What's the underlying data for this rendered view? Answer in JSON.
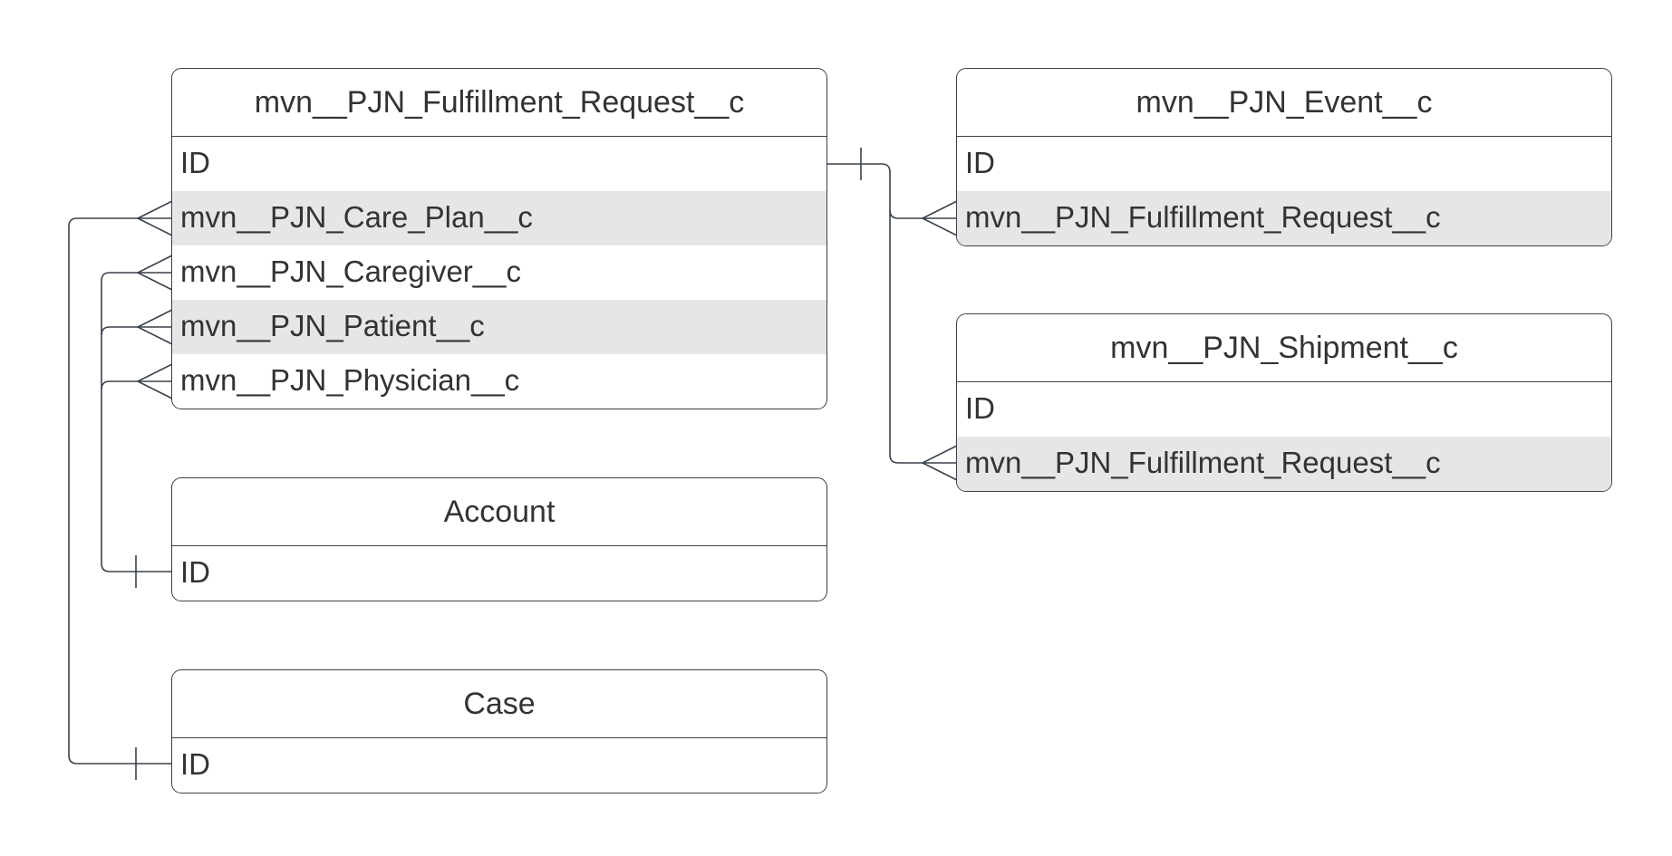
{
  "diagram": {
    "type": "entity-relationship",
    "line_color": "#3a414a",
    "row_shade_color": "#e6e6e6",
    "entities": {
      "fulfillment_request": {
        "title": "mvn__PJN_Fulfillment_Request__c",
        "fields": [
          "ID",
          "mvn__PJN_Care_Plan__c",
          "mvn__PJN_Caregiver__c",
          "mvn__PJN_Patient__c",
          "mvn__PJN_Physician__c"
        ]
      },
      "event": {
        "title": "mvn__PJN_Event__c",
        "fields": [
          "ID",
          "mvn__PJN_Fulfillment_Request__c"
        ]
      },
      "shipment": {
        "title": "mvn__PJN_Shipment__c",
        "fields": [
          "ID",
          "mvn__PJN_Fulfillment_Request__c"
        ]
      },
      "account": {
        "title": "Account",
        "fields": [
          "ID"
        ]
      },
      "case": {
        "title": "Case",
        "fields": [
          "ID"
        ]
      }
    },
    "relationships": [
      {
        "from": "Case.ID",
        "to": "mvn__PJN_Fulfillment_Request__c.mvn__PJN_Care_Plan__c",
        "cardinality": "one-to-many"
      },
      {
        "from": "Account.ID",
        "to": "mvn__PJN_Fulfillment_Request__c.mvn__PJN_Caregiver__c",
        "cardinality": "one-to-many"
      },
      {
        "from": "Account.ID",
        "to": "mvn__PJN_Fulfillment_Request__c.mvn__PJN_Patient__c",
        "cardinality": "one-to-many"
      },
      {
        "from": "Account.ID",
        "to": "mvn__PJN_Fulfillment_Request__c.mvn__PJN_Physician__c",
        "cardinality": "one-to-many"
      },
      {
        "from": "mvn__PJN_Fulfillment_Request__c.ID",
        "to": "mvn__PJN_Event__c.mvn__PJN_Fulfillment_Request__c",
        "cardinality": "one-to-many"
      },
      {
        "from": "mvn__PJN_Fulfillment_Request__c.ID",
        "to": "mvn__PJN_Shipment__c.mvn__PJN_Fulfillment_Request__c",
        "cardinality": "one-to-many"
      }
    ]
  }
}
